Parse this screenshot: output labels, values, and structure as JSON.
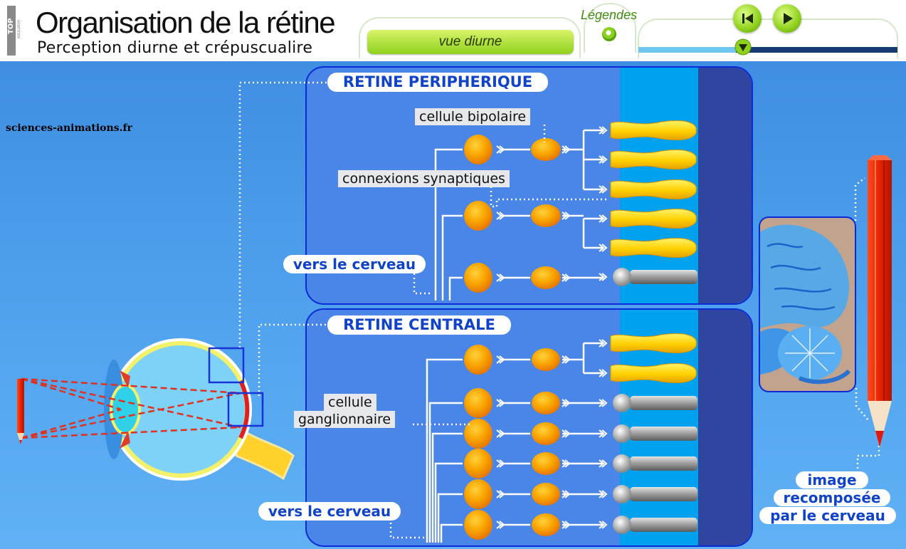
{
  "header": {
    "logo_text": "TOP",
    "logo_subtext": "éducation",
    "title": "Organisation de la rétine",
    "subtitle": "Perception diurne et crépuscualire"
  },
  "controls": {
    "view_mode_label": "vue diurne",
    "legend_label": "Légendes",
    "rewind_icon": "skip-back-icon",
    "play_icon": "play-icon",
    "progress": 0.5
  },
  "credit": "sciences-animations.fr",
  "peripheral_retina": {
    "title": "RETINE PERIPHERIQUE",
    "label_bipolar": "cellule bipolaire",
    "label_synapses": "connexions synaptiques",
    "label_output": "vers le cerveau",
    "rows": [
      "cone",
      "cone",
      "cone",
      "cone",
      "cone",
      "rod"
    ]
  },
  "central_retina": {
    "title": "RETINE CENTRALE",
    "label_ganglion_line1": "cellule",
    "label_ganglion_line2": "ganglionnaire",
    "label_output": "vers le cerveau",
    "rows": [
      "cone",
      "cone",
      "rod",
      "rod",
      "rod",
      "rod",
      "rod"
    ]
  },
  "brain_label": {
    "line1": "image",
    "line2": "recomposée",
    "line3": "par le cerveau"
  },
  "colors": {
    "background": "#4a9be8",
    "panel": "#4a86e8",
    "panel_border": "#0b2bd8",
    "receptor_zone": "#00a2f0",
    "pigment": "#2f45a0",
    "cell": "#f59a00",
    "accent_green": "#8ed01c",
    "label_blue": "#1043c8",
    "ray": "#e03020"
  }
}
